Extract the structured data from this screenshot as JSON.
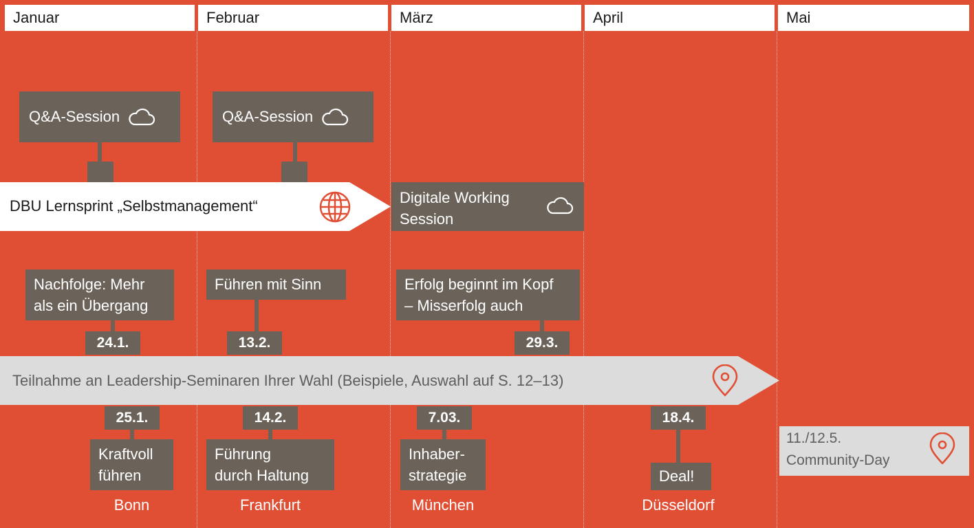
{
  "months": [
    "Januar",
    "Februar",
    "März",
    "April",
    "Mai"
  ],
  "qa_sessions": [
    "Q&A-Session",
    "Q&A-Session"
  ],
  "lernsprint": {
    "label": "DBU Lernsprint „Selbstmanagement“",
    "icon": "globe-icon"
  },
  "working_session": {
    "line1": "Digitale Working",
    "line2": "Session",
    "icon": "cloud-icon"
  },
  "seminars_bar": {
    "label": "Teilnahme an Leadership-Seminaren Ihrer Wahl (Beispiele, Auswahl auf S. 12–13)",
    "icon": "location-pin-icon"
  },
  "top_events": [
    {
      "title1": "Nachfolge: Mehr",
      "title2": "als ein Übergang",
      "date": "24.1."
    },
    {
      "title1": "Führen mit Sinn",
      "title2": "",
      "date": "13.2."
    },
    {
      "title1": "Erfolg beginnt im Kopf",
      "title2": "– Misserfolg auch",
      "date": "29.3."
    }
  ],
  "bottom_events": [
    {
      "date": "25.1.",
      "title1": "Kraftvoll",
      "title2": "führen",
      "city": "Bonn"
    },
    {
      "date": "14.2.",
      "title1": "Führung",
      "title2": "durch Haltung",
      "city": "Frankfurt"
    },
    {
      "date": "7.03.",
      "title1": "Inhaber-",
      "title2": "strategie",
      "city": "München"
    },
    {
      "date": "18.4.",
      "title1": "Deal!",
      "title2": "",
      "city": "Düsseldorf"
    }
  ],
  "community_day": {
    "line1": "11./12.5.",
    "line2": "Community-Day",
    "icon": "location-pin-icon"
  },
  "colors": {
    "background": "#e04f34",
    "box": "#6b635a",
    "light_bar": "#dcdcdc"
  }
}
